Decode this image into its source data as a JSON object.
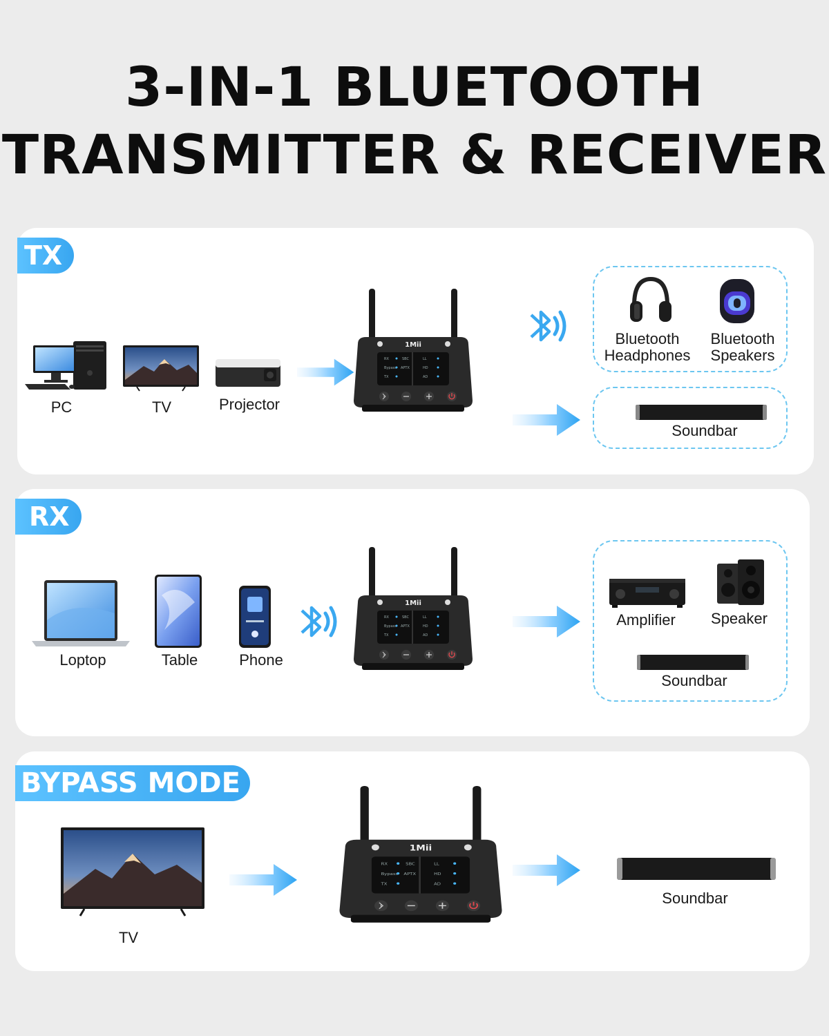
{
  "headline": {
    "line1": "3-IN-1 BLUETOOTH",
    "line2": "TRANSMITTER & RECEIVER"
  },
  "brand": "1Mii",
  "panel_text": {
    "tx": "TX",
    "rx": "RX",
    "bypass": "Bypass",
    "ll": "LL",
    "hd": "HD",
    "sbc": "SBC",
    "aptx": "APTX",
    "ad": "AD"
  },
  "tx_section": {
    "tag": "TX",
    "sources": {
      "pc": "PC",
      "tv": "TV",
      "projector": "Projector"
    },
    "outputs": {
      "headphones_1": "Bluetooth",
      "headphones_2": "Headphones",
      "speakers_1": "Bluetooth",
      "speakers_2": "Speakers",
      "soundbar": "Soundbar"
    }
  },
  "rx_section": {
    "tag": "RX",
    "sources": {
      "laptop": "Loptop",
      "tablet": "Table",
      "phone": "Phone"
    },
    "outputs": {
      "amplifier": "Amplifier",
      "speaker": "Speaker",
      "soundbar": "Soundbar"
    }
  },
  "bypass_section": {
    "tag": "BYPASS MODE",
    "source": "TV",
    "output": "Soundbar"
  },
  "colors": {
    "accent": "#3aa8f0",
    "accent_light": "#6cc6f0",
    "card": "#ffffff",
    "background": "#ececec"
  },
  "icons": [
    "bluetooth-icon",
    "arrow-right-icon",
    "power-icon",
    "plus-icon",
    "minus-icon"
  ]
}
